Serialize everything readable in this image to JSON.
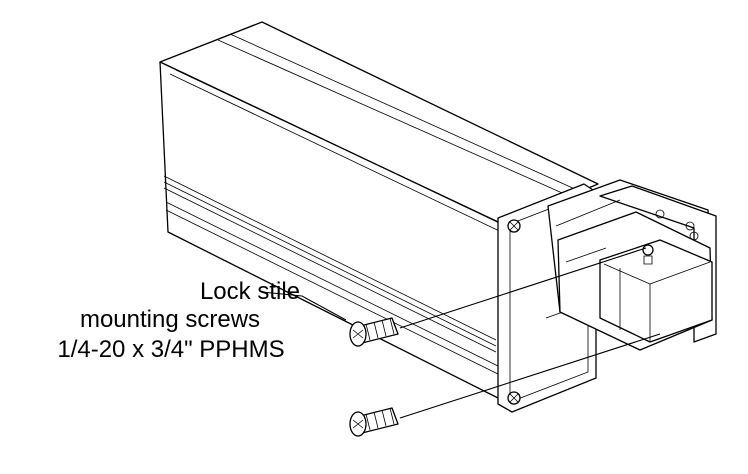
{
  "callout": {
    "line1": "Lock stile",
    "line2": "mounting screws",
    "line3": "1/4-20 x 3/4\" PPHMS"
  }
}
